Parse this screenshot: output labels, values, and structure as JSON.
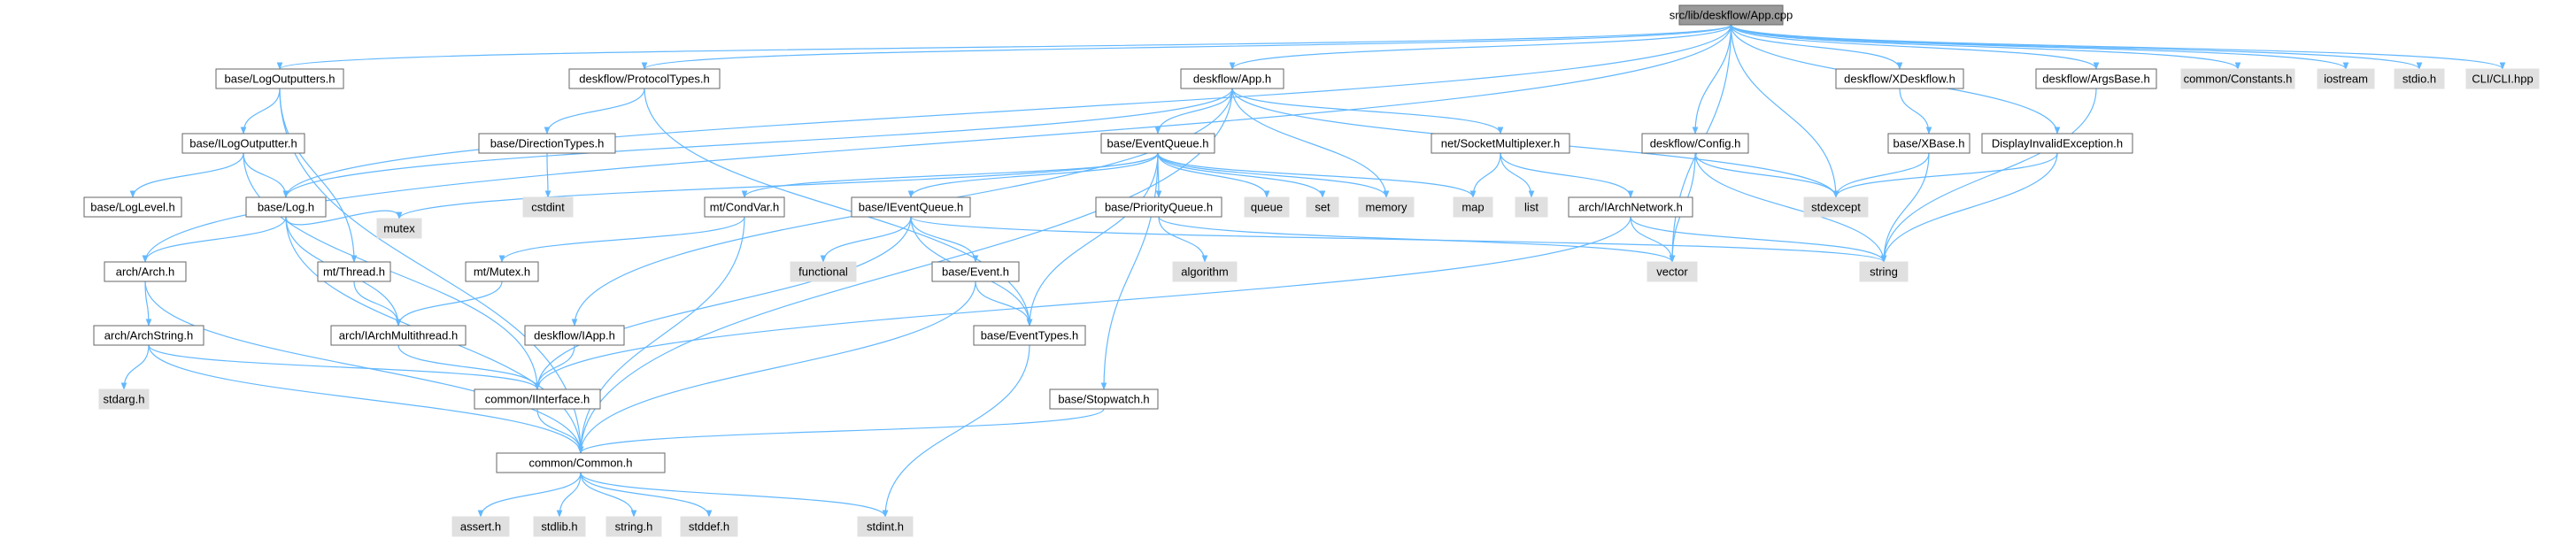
{
  "colors": {
    "edge": "#63B8FF",
    "root_fill": "#999999",
    "root_stroke": "#666666",
    "doc_fill": "#ffffff",
    "doc_stroke": "#666666",
    "ext_fill": "#e0e0e0",
    "ext_stroke": "#e0e0e0",
    "text": "#000000"
  },
  "nodes": [
    {
      "id": "app_cpp",
      "label": "src/lib/deskflow/App.cpp",
      "kind": "root"
    },
    {
      "id": "log_outputters",
      "label": "base/LogOutputters.h",
      "kind": "doc"
    },
    {
      "id": "protocol_types",
      "label": "deskflow/ProtocolTypes.h",
      "kind": "doc"
    },
    {
      "id": "app_h",
      "label": "deskflow/App.h",
      "kind": "doc"
    },
    {
      "id": "xdeskflow",
      "label": "deskflow/XDeskflow.h",
      "kind": "doc"
    },
    {
      "id": "args_base",
      "label": "deskflow/ArgsBase.h",
      "kind": "doc"
    },
    {
      "id": "constants",
      "label": "common/Constants.h",
      "kind": "ext"
    },
    {
      "id": "iostream",
      "label": "iostream",
      "kind": "ext"
    },
    {
      "id": "stdio",
      "label": "stdio.h",
      "kind": "ext"
    },
    {
      "id": "cli",
      "label": "CLI/CLI.hpp",
      "kind": "ext"
    },
    {
      "id": "ilog_outputter",
      "label": "base/ILogOutputter.h",
      "kind": "doc"
    },
    {
      "id": "direction_types",
      "label": "base/DirectionTypes.h",
      "kind": "doc"
    },
    {
      "id": "event_queue",
      "label": "base/EventQueue.h",
      "kind": "doc"
    },
    {
      "id": "socket_multiplexer",
      "label": "net/SocketMultiplexer.h",
      "kind": "doc"
    },
    {
      "id": "xbase",
      "label": "base/XBase.h",
      "kind": "doc"
    },
    {
      "id": "config",
      "label": "deskflow/Config.h",
      "kind": "doc"
    },
    {
      "id": "display_invalid",
      "label": "DisplayInvalidException.h",
      "kind": "doc"
    },
    {
      "id": "log_level",
      "label": "base/LogLevel.h",
      "kind": "doc"
    },
    {
      "id": "log_h",
      "label": "base/Log.h",
      "kind": "doc"
    },
    {
      "id": "cstdint",
      "label": "cstdint",
      "kind": "ext"
    },
    {
      "id": "cond_var",
      "label": "mt/CondVar.h",
      "kind": "doc"
    },
    {
      "id": "ievent_queue",
      "label": "base/IEventQueue.h",
      "kind": "doc"
    },
    {
      "id": "priority_queue",
      "label": "base/PriorityQueue.h",
      "kind": "doc"
    },
    {
      "id": "queue",
      "label": "queue",
      "kind": "ext"
    },
    {
      "id": "set",
      "label": "set",
      "kind": "ext"
    },
    {
      "id": "memory",
      "label": "memory",
      "kind": "ext"
    },
    {
      "id": "map",
      "label": "map",
      "kind": "ext"
    },
    {
      "id": "list",
      "label": "list",
      "kind": "ext"
    },
    {
      "id": "iarch_network",
      "label": "arch/IArchNetwork.h",
      "kind": "doc"
    },
    {
      "id": "stdexcept",
      "label": "stdexcept",
      "kind": "ext"
    },
    {
      "id": "mutex",
      "label": "mutex",
      "kind": "ext"
    },
    {
      "id": "arch_h",
      "label": "arch/Arch.h",
      "kind": "doc"
    },
    {
      "id": "thread_h",
      "label": "mt/Thread.h",
      "kind": "doc"
    },
    {
      "id": "mutex_h",
      "label": "mt/Mutex.h",
      "kind": "doc"
    },
    {
      "id": "functional",
      "label": "functional",
      "kind": "ext"
    },
    {
      "id": "event_h",
      "label": "base/Event.h",
      "kind": "doc"
    },
    {
      "id": "algorithm",
      "label": "algorithm",
      "kind": "ext"
    },
    {
      "id": "vector",
      "label": "vector",
      "kind": "ext"
    },
    {
      "id": "string",
      "label": "string",
      "kind": "ext"
    },
    {
      "id": "arch_string",
      "label": "arch/ArchString.h",
      "kind": "doc"
    },
    {
      "id": "iarch_multithread",
      "label": "arch/IArchMultithread.h",
      "kind": "doc"
    },
    {
      "id": "iapp",
      "label": "deskflow/IApp.h",
      "kind": "doc"
    },
    {
      "id": "event_types",
      "label": "base/EventTypes.h",
      "kind": "doc"
    },
    {
      "id": "stdarg",
      "label": "stdarg.h",
      "kind": "ext"
    },
    {
      "id": "iinterface",
      "label": "common/IInterface.h",
      "kind": "doc"
    },
    {
      "id": "stopwatch",
      "label": "base/Stopwatch.h",
      "kind": "doc"
    },
    {
      "id": "common_h",
      "label": "common/Common.h",
      "kind": "doc"
    },
    {
      "id": "assert",
      "label": "assert.h",
      "kind": "ext"
    },
    {
      "id": "stdlib",
      "label": "stdlib.h",
      "kind": "ext"
    },
    {
      "id": "string_h",
      "label": "string.h",
      "kind": "ext"
    },
    {
      "id": "stddef",
      "label": "stddef.h",
      "kind": "ext"
    },
    {
      "id": "stdint",
      "label": "stdint.h",
      "kind": "ext"
    }
  ],
  "edges": [
    [
      "app_cpp",
      "log_outputters"
    ],
    [
      "app_cpp",
      "protocol_types"
    ],
    [
      "app_cpp",
      "app_h"
    ],
    [
      "app_cpp",
      "xdeskflow"
    ],
    [
      "app_cpp",
      "args_base"
    ],
    [
      "app_cpp",
      "constants"
    ],
    [
      "app_cpp",
      "iostream"
    ],
    [
      "app_cpp",
      "stdio"
    ],
    [
      "app_cpp",
      "cli"
    ],
    [
      "app_cpp",
      "log_h"
    ],
    [
      "app_cpp",
      "arch_h"
    ],
    [
      "app_cpp",
      "config"
    ],
    [
      "app_cpp",
      "display_invalid"
    ],
    [
      "app_cpp",
      "stdexcept"
    ],
    [
      "app_cpp",
      "vector"
    ],
    [
      "log_outputters",
      "ilog_outputter"
    ],
    [
      "log_outputters",
      "thread_h"
    ],
    [
      "log_outputters",
      "common_h"
    ],
    [
      "ilog_outputter",
      "log_level"
    ],
    [
      "ilog_outputter",
      "log_h"
    ],
    [
      "ilog_outputter",
      "iinterface"
    ],
    [
      "protocol_types",
      "direction_types"
    ],
    [
      "protocol_types",
      "event_types"
    ],
    [
      "direction_types",
      "cstdint"
    ],
    [
      "app_h",
      "event_queue"
    ],
    [
      "app_h",
      "socket_multiplexer"
    ],
    [
      "app_h",
      "log_h"
    ],
    [
      "app_h",
      "iapp"
    ],
    [
      "app_h",
      "memory"
    ],
    [
      "app_h",
      "stdexcept"
    ],
    [
      "app_h",
      "common_h"
    ],
    [
      "event_queue",
      "cond_var"
    ],
    [
      "event_queue",
      "ievent_queue"
    ],
    [
      "event_queue",
      "priority_queue"
    ],
    [
      "event_queue",
      "queue"
    ],
    [
      "event_queue",
      "set"
    ],
    [
      "event_queue",
      "memory"
    ],
    [
      "event_queue",
      "map"
    ],
    [
      "event_queue",
      "mutex"
    ],
    [
      "event_queue",
      "stopwatch"
    ],
    [
      "event_queue",
      "event_types"
    ],
    [
      "socket_multiplexer",
      "map"
    ],
    [
      "socket_multiplexer",
      "list"
    ],
    [
      "socket_multiplexer",
      "iarch_network"
    ],
    [
      "iarch_network",
      "vector"
    ],
    [
      "iarch_network",
      "string"
    ],
    [
      "iarch_network",
      "iinterface"
    ],
    [
      "xdeskflow",
      "xbase"
    ],
    [
      "xbase",
      "stdexcept"
    ],
    [
      "xbase",
      "string"
    ],
    [
      "config",
      "stdexcept"
    ],
    [
      "config",
      "vector"
    ],
    [
      "config",
      "string"
    ],
    [
      "display_invalid",
      "stdexcept"
    ],
    [
      "display_invalid",
      "string"
    ],
    [
      "args_base",
      "string"
    ],
    [
      "log_h",
      "arch_h"
    ],
    [
      "log_h",
      "iarch_multithread"
    ],
    [
      "log_h",
      "mutex"
    ],
    [
      "log_h",
      "common_h"
    ],
    [
      "arch_h",
      "arch_string"
    ],
    [
      "arch_h",
      "common_h"
    ],
    [
      "arch_string",
      "stdarg"
    ],
    [
      "arch_string",
      "iinterface"
    ],
    [
      "arch_string",
      "common_h"
    ],
    [
      "thread_h",
      "iarch_multithread"
    ],
    [
      "cond_var",
      "mutex_h"
    ],
    [
      "cond_var",
      "common_h"
    ],
    [
      "mutex_h",
      "iarch_multithread"
    ],
    [
      "iarch_multithread",
      "iinterface"
    ],
    [
      "ievent_queue",
      "functional"
    ],
    [
      "ievent_queue",
      "event_h"
    ],
    [
      "ievent_queue",
      "event_types"
    ],
    [
      "ievent_queue",
      "iinterface"
    ],
    [
      "ievent_queue",
      "string"
    ],
    [
      "event_h",
      "event_types"
    ],
    [
      "event_h",
      "common_h"
    ],
    [
      "priority_queue",
      "algorithm"
    ],
    [
      "priority_queue",
      "vector"
    ],
    [
      "iapp",
      "iinterface"
    ],
    [
      "event_types",
      "stdint"
    ],
    [
      "iinterface",
      "common_h"
    ],
    [
      "stopwatch",
      "common_h"
    ],
    [
      "common_h",
      "assert"
    ],
    [
      "common_h",
      "stdlib"
    ],
    [
      "common_h",
      "string_h"
    ],
    [
      "common_h",
      "stddef"
    ],
    [
      "common_h",
      "stdint"
    ]
  ]
}
